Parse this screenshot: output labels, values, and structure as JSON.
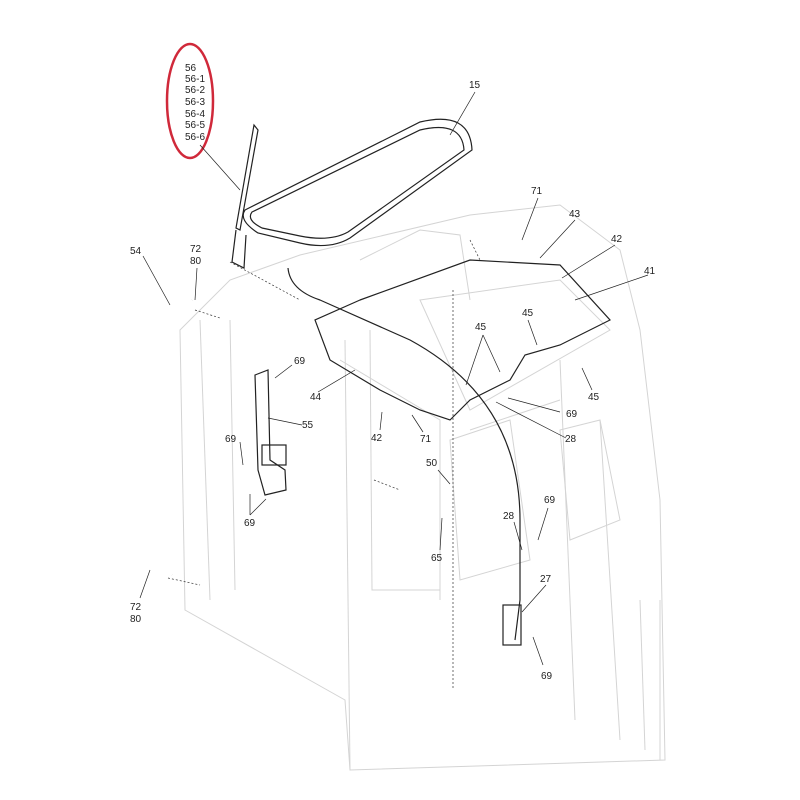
{
  "diagram": {
    "highlight_color": "#d0293a",
    "callout_group": [
      "56",
      "56-1",
      "56-2",
      "56-3",
      "56-4",
      "56-5",
      "56-6"
    ],
    "labels": [
      "15",
      "71",
      "43",
      "42",
      "41",
      "54",
      "72",
      "80",
      "45",
      "45",
      "45",
      "69",
      "55",
      "44",
      "42",
      "71",
      "69",
      "28",
      "69",
      "69",
      "50",
      "65",
      "28",
      "69",
      "27",
      "69",
      "72",
      "80"
    ]
  }
}
